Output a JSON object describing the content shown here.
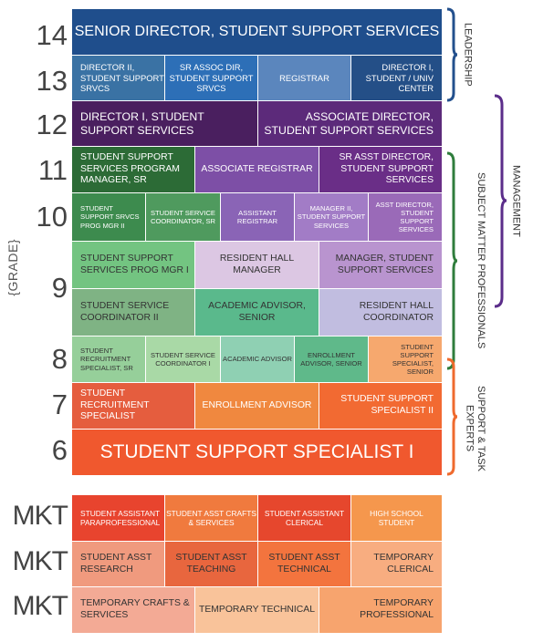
{
  "axis_label": "{GRADE}",
  "grades": {
    "g14": "14",
    "g13": "13",
    "g12": "12",
    "g11": "11",
    "g10": "10",
    "g9": "9",
    "g8": "8",
    "g7": "7",
    "g6": "6",
    "mkt1": "MKT",
    "mkt2": "MKT",
    "mkt3": "MKT"
  },
  "categories": {
    "leadership": "LEADERSHIP",
    "management": "MANAGEMENT",
    "sme": "SUBJECT MATTER PROFESSIONALS",
    "support": "SUPPORT & TASK EXPERTS"
  },
  "colors": {
    "leadership": "#23508d",
    "management": "#5b2d8a",
    "sme": "#2f7d3c",
    "support": "#ef6a2e"
  },
  "rows": {
    "r14": [
      "SENIOR DIRECTOR, STUDENT SUPPORT SERVICES"
    ],
    "r13": [
      "DIRECTOR II, STUDENT SUPPORT SRVCS",
      "SR ASSOC DIR, STUDENT SUPPORT SRVCS",
      "REGISTRAR",
      "DIRECTOR I, STUDENT / UNIV CENTER"
    ],
    "r12": [
      "DIRECTOR I, STUDENT SUPPORT SERVICES",
      "ASSOCIATE DIRECTOR, STUDENT SUPPORT SERVICES"
    ],
    "r11": [
      "STUDENT SUPPORT SERVICES PROGRAM MANAGER, SR",
      "ASSOCIATE REGISTRAR",
      "SR ASST DIRECTOR, STUDENT SUPPORT SERVICES"
    ],
    "r10": [
      "STUDENT SUPPORT SRVCS PROG MGR II",
      "STUDENT SERVICE COORDINATOR, SR",
      "ASSISTANT REGISTRAR",
      "MANAGER II, STUDENT SUPPORT SERVICES",
      "ASST DIRECTOR, STUDENT SUPPORT SERVICES"
    ],
    "r9a": [
      "STUDENT SUPPORT SERVICES PROG MGR I",
      "RESIDENT HALL MANAGER",
      "MANAGER, STUDENT SUPPORT SERVICES"
    ],
    "r9b": [
      "STUDENT SERVICE COORDINATOR II",
      "ACADEMIC ADVISOR, SENIOR",
      "RESIDENT HALL COORDINATOR"
    ],
    "r8": [
      "STUDENT RECRUITMENT SPECIALIST, SR",
      "STUDENT SERVICE COORDINATOR I",
      "ACADEMIC ADVISOR",
      "ENROLLMENT ADVISOR, SENIOR",
      "STUDENT SUPPORT SPECIALIST, SENIOR"
    ],
    "r7": [
      "STUDENT RECRUITMENT SPECIALIST",
      "ENROLLMENT ADVISOR",
      "STUDENT SUPPORT SPECIALIST II"
    ],
    "r6": [
      "STUDENT SUPPORT SPECIALIST I"
    ],
    "m1": [
      "STUDENT ASSISTANT PARAPROFESSIONAL",
      "STUDENT ASST CRAFTS & SERVICES",
      "STUDENT ASSISTANT CLERICAL",
      "HIGH SCHOOL STUDENT"
    ],
    "m2": [
      "STUDENT ASST RESEARCH",
      "STUDENT ASST TEACHING",
      "STUDENT ASST TECHNICAL",
      "TEMPORARY CLERICAL"
    ],
    "m3": [
      "TEMPORARY CRAFTS & SERVICES",
      "TEMPORARY TECHNICAL",
      "TEMPORARY PROFESSIONAL"
    ]
  }
}
